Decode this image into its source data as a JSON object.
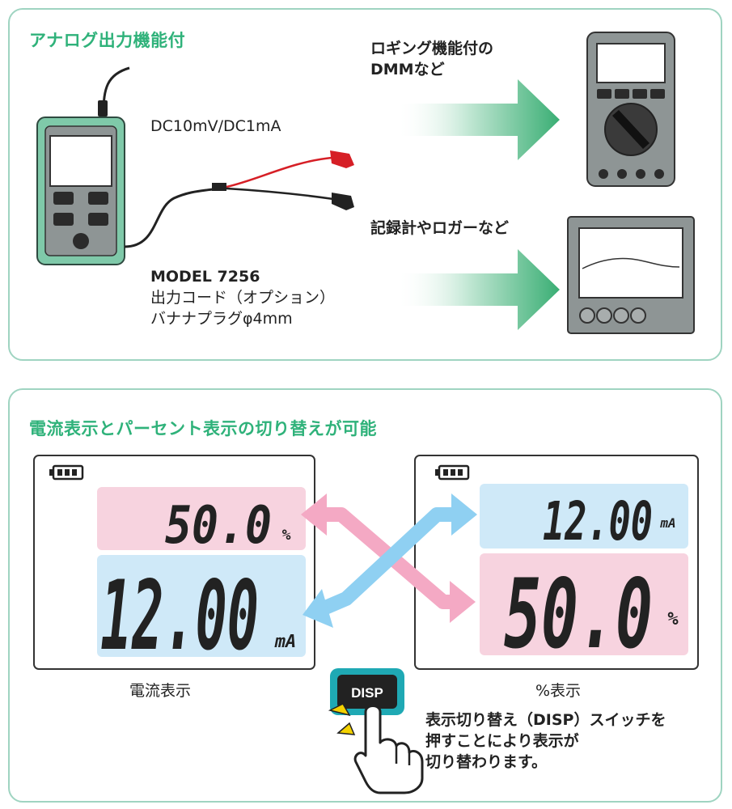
{
  "top_panel": {
    "title": "アナログ出力機能付",
    "output_spec": "DC10mV/DC1mA",
    "device_caption": {
      "line1": "MODEL 7256",
      "line2": "出力コード（オプション）",
      "line3": "バナナプラグφ4mm"
    },
    "target_dmm": {
      "line1": "ロギング機能付の",
      "line2": "DMMなど"
    },
    "target_recorder": "記録計やロガーなど"
  },
  "bottom_panel": {
    "title": "電流表示とパーセント表示の切り替えが可能",
    "left_display": {
      "top_value": "50.0",
      "top_unit": "%",
      "main_value": "12.00",
      "main_unit": "mA",
      "caption": "電流表示"
    },
    "right_display": {
      "top_value": "12.00",
      "top_unit": "mA",
      "main_value": "50.0",
      "main_unit": "%",
      "caption": "%表示"
    },
    "disp_button": "DISP",
    "instruction": {
      "line1": "表示切り替え（DISP）スイッチを",
      "line2": "押すことにより表示が",
      "line3": "切り替わります。"
    }
  },
  "colors": {
    "accent_green": "#2fb27a",
    "panel_border": "#9fd4c1",
    "device_teal": "#7fc9a9",
    "pink_band": "#f7d3df",
    "blue_band": "#cfe9f8",
    "pink_arrow": "#f4a9c4",
    "blue_arrow": "#8fd0f2",
    "disp_teal": "#1fa9b4"
  },
  "icons": [
    "battery-icon",
    "hand-pointer-icon",
    "click-spark-icon",
    "dial-icon"
  ]
}
